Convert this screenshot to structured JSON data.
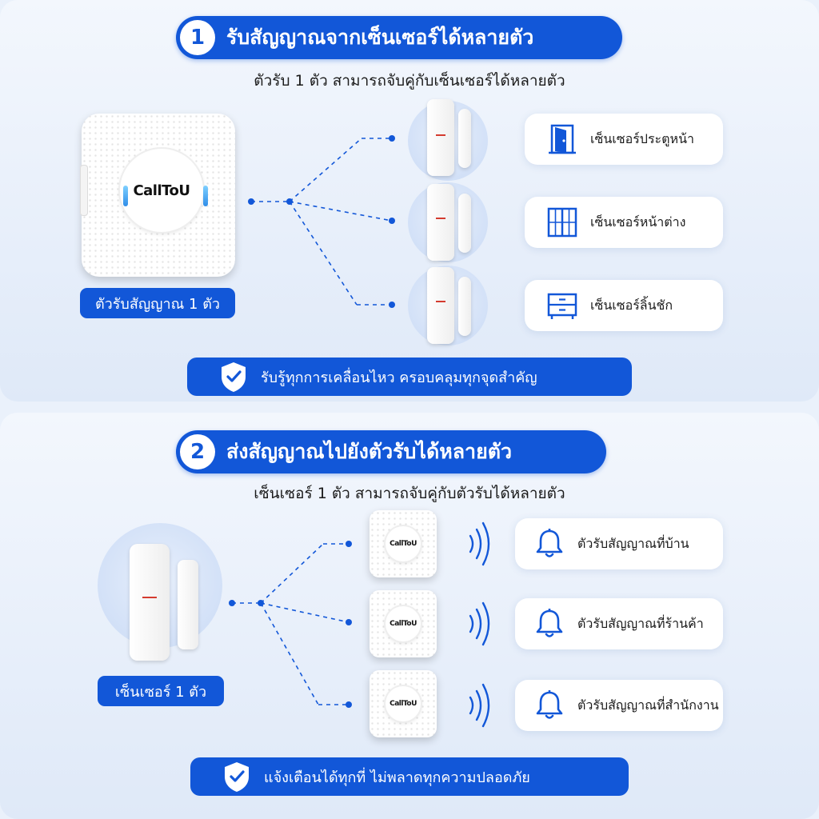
{
  "section1": {
    "number": "1",
    "title": "รับสัญญาณจากเซ็นเซอร์ได้หลายตัว",
    "subtitle": "ตัวรับ 1 ตัว สามารถจับคู่กับเซ็นเซอร์ได้หลายตัว",
    "receiver_brand": "CallToU",
    "receiver_label": "ตัวรับสัญญาณ 1 ตัว",
    "cards": [
      {
        "label": "เซ็นเซอร์ประตูหน้า",
        "icon": "door-icon"
      },
      {
        "label": "เซ็นเซอร์หน้าต่าง",
        "icon": "window-icon"
      },
      {
        "label": "เซ็นเซอร์ลิ้นชัก",
        "icon": "drawer-icon"
      }
    ],
    "banner": "รับรู้ทุกการเคลื่อนไหว ครอบคลุมทุกจุดสำคัญ"
  },
  "section2": {
    "number": "2",
    "title": "ส่งสัญญาณไปยังตัวรับได้หลายตัว",
    "subtitle": "เซ็นเซอร์ 1 ตัว สามารถจับคู่กับตัวรับได้หลายตัว",
    "sensor_label": "เซ็นเซอร์ 1 ตัว",
    "receiver_brand": "CallToU",
    "cards": [
      {
        "label": "ตัวรับสัญญาณที่บ้าน",
        "icon": "bell-icon"
      },
      {
        "label": "ตัวรับสัญญาณที่ร้านค้า",
        "icon": "bell-icon"
      },
      {
        "label": "ตัวรับสัญญาณที่สำนักงาน",
        "icon": "bell-icon"
      }
    ],
    "banner": "แจ้งเตือนได้ทุกที่ ไม่พลาดทุกความปลอดภัย"
  },
  "colors": {
    "accent": "#1257d8",
    "background": "#eaf1fb",
    "sensor_strip": "#d43b2f"
  }
}
